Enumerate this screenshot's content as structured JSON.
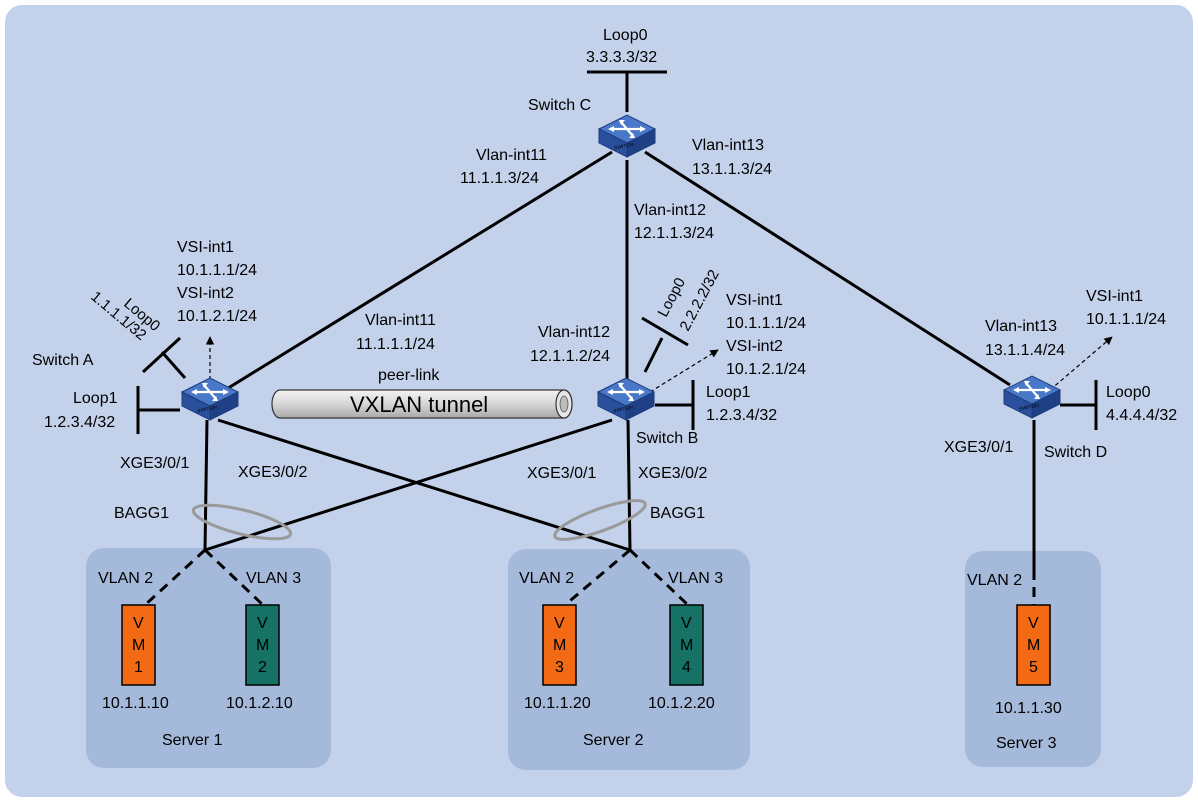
{
  "colors": {
    "background": "#c3d1ea",
    "server_box": "#a5b9db",
    "vm_orange": "#f36a14",
    "vm_teal": "#157265",
    "switch_face": "#2d56a8",
    "line": "#000000",
    "tunnel": "#d8d8d8"
  },
  "switches": {
    "a": {
      "name": "Switch A",
      "icon": "switch-icon",
      "loop0": "Loop0",
      "loop0_ip": "1.1.1.1/32",
      "loop1": "Loop1",
      "loop1_ip": "1.2.3.4/32",
      "vsi1": "VSI-int1",
      "vsi1_ip": "10.1.1.1/24",
      "vsi2": "VSI-int2",
      "vsi2_ip": "10.1.2.1/24",
      "vlan_int": "Vlan-int11",
      "vlan_int_ip": "11.1.1.1/24",
      "port1": "XGE3/0/1",
      "port2": "XGE3/0/2",
      "bagg": "BAGG1"
    },
    "b": {
      "name": "Switch B",
      "icon": "switch-icon",
      "loop0": "Loop0",
      "loop0_ip": "2.2.2.2/32",
      "loop1": "Loop1",
      "loop1_ip": "1.2.3.4/32",
      "vsi1": "VSI-int1",
      "vsi1_ip": "10.1.1.1/24",
      "vsi2": "VSI-int2",
      "vsi2_ip": "10.1.2.1/24",
      "vlan_int": "Vlan-int12",
      "vlan_int_ip": "12.1.1.2/24",
      "port1": "XGE3/0/1",
      "port2": "XGE3/0/2",
      "bagg": "BAGG1"
    },
    "c": {
      "name": "Switch C",
      "icon": "switch-icon",
      "loop0": "Loop0",
      "loop0_ip": "3.3.3.3/32",
      "vi11": "Vlan-int11",
      "vi11_ip": "11.1.1.3/24",
      "vi12": "Vlan-int12",
      "vi12_ip": "12.1.1.3/24",
      "vi13": "Vlan-int13",
      "vi13_ip": "13.1.1.3/24"
    },
    "d": {
      "name": "Switch D",
      "icon": "switch-icon",
      "loop0": "Loop0",
      "loop0_ip": "4.4.4.4/32",
      "vsi1": "VSI-int1",
      "vsi1_ip": "10.1.1.1/24",
      "vlan_int": "Vlan-int13",
      "vlan_int_ip": "13.1.1.4/24",
      "port1": "XGE3/0/1"
    }
  },
  "tunnel": {
    "peer_link": "peer-link",
    "label": "VXLAN tunnel"
  },
  "servers": [
    {
      "name": "Server 1",
      "vlans": [
        "VLAN 2",
        "VLAN 3"
      ],
      "vms": [
        {
          "label": "VM1",
          "letters": [
            "V",
            "M",
            "1"
          ],
          "ip": "10.1.1.10",
          "color": "orange"
        },
        {
          "label": "VM2",
          "letters": [
            "V",
            "M",
            "2"
          ],
          "ip": "10.1.2.10",
          "color": "teal"
        }
      ]
    },
    {
      "name": "Server 2",
      "vlans": [
        "VLAN 2",
        "VLAN 3"
      ],
      "vms": [
        {
          "label": "VM3",
          "letters": [
            "V",
            "M",
            "3"
          ],
          "ip": "10.1.1.20",
          "color": "orange"
        },
        {
          "label": "VM4",
          "letters": [
            "V",
            "M",
            "4"
          ],
          "ip": "10.1.2.20",
          "color": "teal"
        }
      ]
    },
    {
      "name": "Server 3",
      "vlans": [
        "VLAN 2"
      ],
      "vms": [
        {
          "label": "VM5",
          "letters": [
            "V",
            "M",
            "5"
          ],
          "ip": "10.1.1.30",
          "color": "orange"
        }
      ]
    }
  ]
}
